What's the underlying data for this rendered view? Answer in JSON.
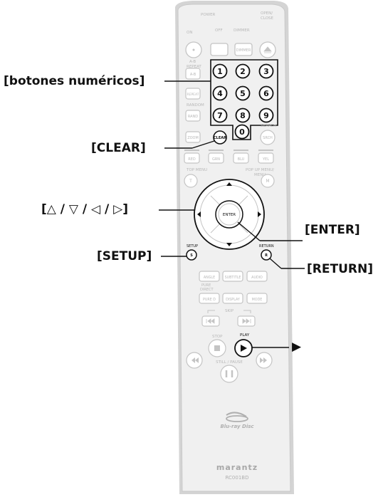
{
  "callouts": {
    "numeric": "[botones numéricos]",
    "clear": "[CLEAR]",
    "arrows": "[△ / ▽ / ◁ / ▷]",
    "enter": "[ENTER]",
    "setup": "[SETUP]",
    "return": "[RETURN]",
    "play_symbol": "▶"
  },
  "remote": {
    "top_row": [
      "ON",
      "POWER",
      "OFF",
      "DIMMER",
      "OPEN/\nCLOSE"
    ],
    "dimmer_btn": "DIMMER",
    "ab_label": "A-B\nREPEAT",
    "ab_btn": "A-B",
    "repeat_btn": "REPEAT",
    "random_label": "RANDOM",
    "rand_btn": "RAND",
    "zoom_btn": "ZOOM",
    "clear_btn": "CLEAR",
    "search_btn": "SRCH",
    "search_label": "SEARCH",
    "digits": [
      "1",
      "2",
      "3",
      "4",
      "5",
      "6",
      "7",
      "8",
      "9",
      "0"
    ],
    "color_btns": [
      "RED",
      "GRN",
      "BLU",
      "YEL"
    ],
    "top_menu": "TOP MENU",
    "top_menu_btn": "T",
    "popup_menu": "POP UP MENU/\nMENU",
    "popup_btn": "M",
    "enter_btn": "ENTER",
    "setup_label": "SETUP",
    "setup_btn": "S",
    "return_label": "RETURN",
    "return_btn": "R",
    "row1": [
      "ANGLE",
      "SUBTITLE",
      "AUDIO"
    ],
    "pure_direct": "PURE\nDIRECT",
    "row2": [
      "PURE D",
      "DISPLAY",
      "MODE"
    ],
    "skip": "SKIP",
    "stop": "STOP",
    "play": "PLAY",
    "still_pause": "STILL / PAUSE",
    "bluray_logo": "Blu-ray Disc",
    "brand": "marantz",
    "model": "RC001BD"
  },
  "colors": {
    "remote_body": "#efefef",
    "remote_edge": "#bdbdbd",
    "faded_text": "#b8b8b8",
    "faded_stroke": "#c4c4c4",
    "active_stroke": "#111111"
  }
}
